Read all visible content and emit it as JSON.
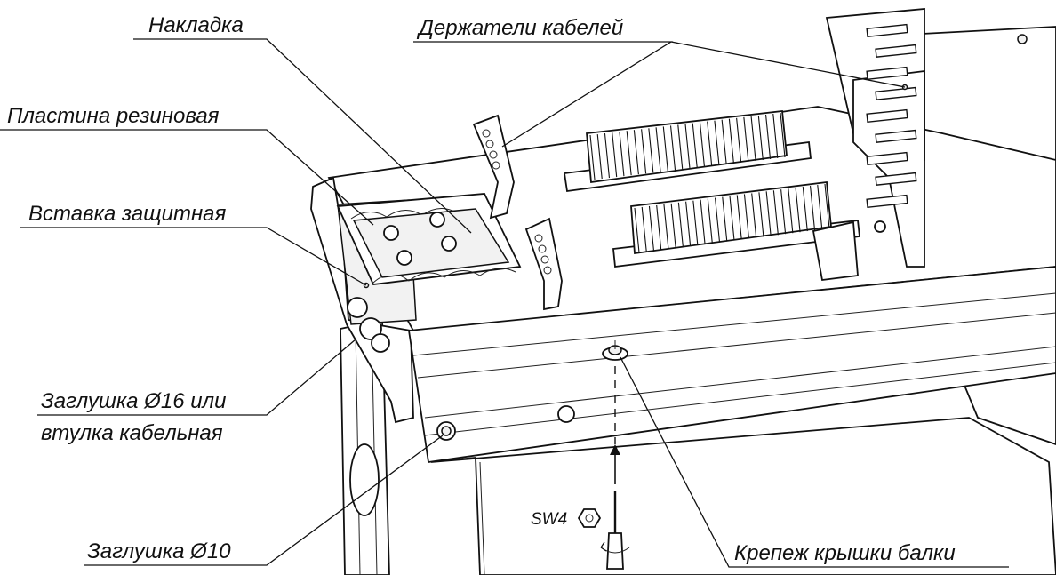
{
  "labels": {
    "nakladka": "Накладка",
    "plastina": "Пластина резиновая",
    "vstavka": "Вставка защитная",
    "zaglushka16_line1": "Заглушка Ø16 или",
    "zaglushka16_line2": "втулка кабельная",
    "zaglushka10": "Заглушка Ø10",
    "derzhateli": "Держатели кабелей",
    "krepezh": "Крепеж крышки балки",
    "tool": "SW4"
  }
}
